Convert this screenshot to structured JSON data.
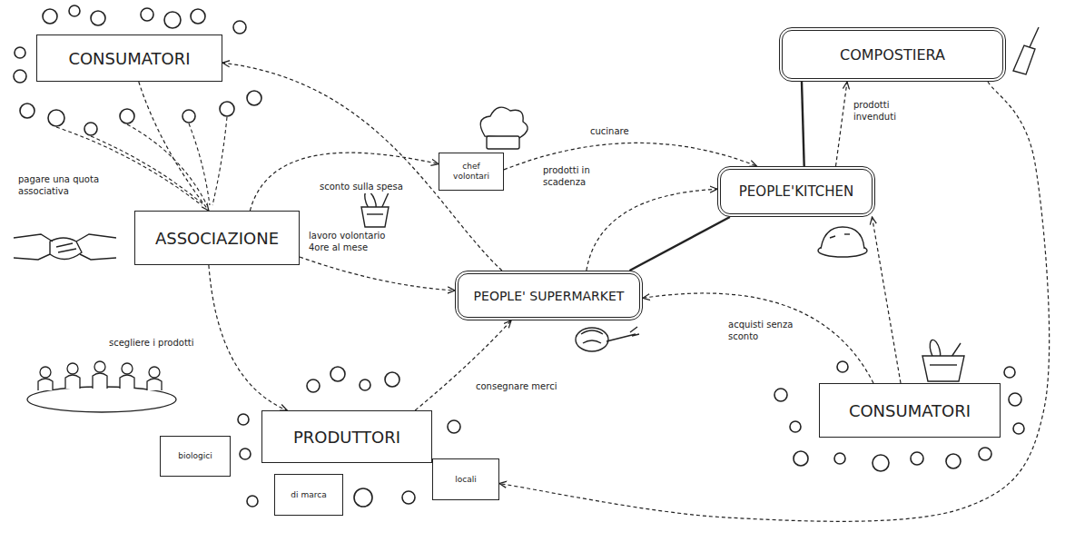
{
  "diagram": {
    "nodes": [
      {
        "text": [
          "CONSUMATORI"
        ]
      },
      {
        "text": [
          "ASSOCIAZIONE"
        ]
      },
      {
        "text": [
          "chef volontari"
        ]
      },
      {
        "text": [
          "COMPOSTIERA"
        ]
      },
      {
        "text": [
          "PEOPLE'KITCHEN"
        ]
      },
      {
        "text": [
          "PEOPLE' SUPERMARKET"
        ]
      },
      {
        "text": [
          "PRODUTTORI"
        ]
      },
      {
        "text": [
          "biologici"
        ]
      },
      {
        "text": [
          "di marca"
        ]
      },
      {
        "text": [
          "locali"
        ]
      },
      {
        "text": [
          "CONSUMATORI"
        ]
      }
    ],
    "edges": [
      {
        "from": 0,
        "to": 1,
        "label": "pagare una quota associativa",
        "arrow": "to"
      },
      {
        "from": 5,
        "to": 0,
        "label": "sconto sulla spesa",
        "arrow": "to"
      },
      {
        "from": 1,
        "to": 2,
        "arrow": "to"
      },
      {
        "from": 2,
        "to": 4,
        "label": "cucinare",
        "arrow": "to"
      },
      {
        "from": 1,
        "to": 5,
        "label": "lavoro volontario 4ore al mese",
        "arrow": "to"
      },
      {
        "from": 1,
        "to": 6,
        "label": "scegliere i prodotti",
        "arrow": "to"
      },
      {
        "from": 6,
        "to": 5,
        "label": "consegnare merci",
        "arrow": "to"
      },
      {
        "from": 5,
        "to": 4,
        "label": "prodotti in scadenza",
        "arrow": "to"
      },
      {
        "from": 5,
        "to": 4,
        "arrow": "none"
      },
      {
        "from": 4,
        "to": 3,
        "arrow": "none"
      },
      {
        "from": 4,
        "to": 3,
        "label": "prodotti invenduti",
        "arrow": "to"
      },
      {
        "from": 10,
        "to": 5,
        "label": "acquisti senza sconto",
        "arrow": "to"
      },
      {
        "from": 10,
        "to": 4,
        "arrow": "to"
      },
      {
        "from": 3,
        "to": 9,
        "arrow": "to"
      }
    ]
  }
}
